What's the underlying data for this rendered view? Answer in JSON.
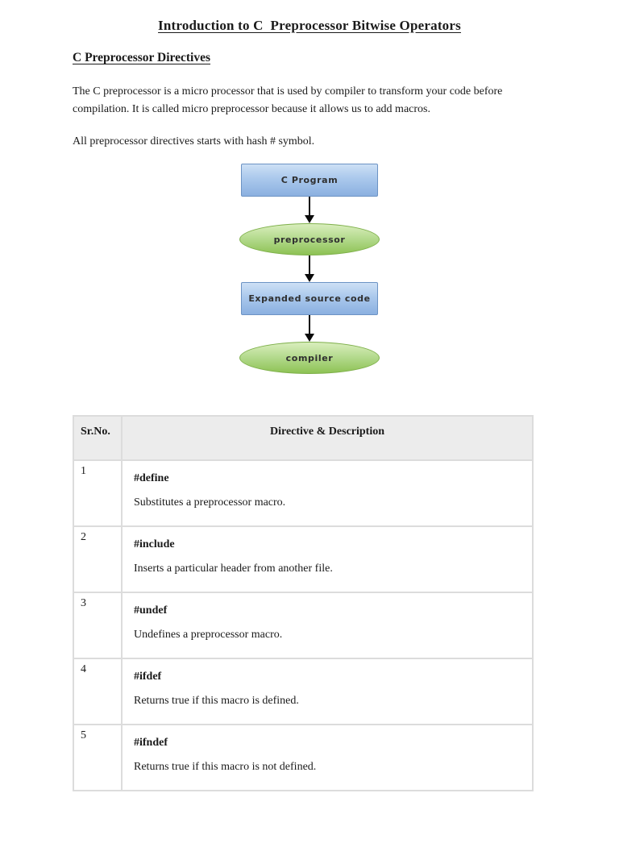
{
  "page": {
    "title": "Introduction to C  Preprocessor Bitwise Operators",
    "section_heading": "C Preprocessor Directives",
    "paragraph_intro": "The C preprocessor is a micro processor that is used by compiler to transform your code before compilation. It is called micro preprocessor because it allows us to add macros.",
    "paragraph_hash": "All preprocessor directives starts with hash # symbol."
  },
  "diagram": {
    "nodes": [
      {
        "label": "C Program",
        "shape": "rect"
      },
      {
        "label": "preprocessor",
        "shape": "ellipse"
      },
      {
        "label": "Expanded source code",
        "shape": "rect"
      },
      {
        "label": "compiler",
        "shape": "ellipse"
      }
    ],
    "colors": {
      "rect_fill_top": "#cde0f5",
      "rect_fill_bottom": "#8bb0e0",
      "rect_border": "#6c93c4",
      "ellipse_fill_top": "#d9eebd",
      "ellipse_fill_bottom": "#8dc254",
      "ellipse_border": "#7fb04b",
      "arrow": "#0a0a0a"
    }
  },
  "table": {
    "header_bg": "#ececec",
    "headers": {
      "srno": "Sr.No.",
      "directive": "Directive & Description"
    },
    "rows": [
      {
        "sr": "1",
        "directive": "#define",
        "description": "Substitutes a preprocessor macro."
      },
      {
        "sr": "2",
        "directive": "#include",
        "description": "Inserts a particular header from another file."
      },
      {
        "sr": "3",
        "directive": "#undef",
        "description": "Undefines a preprocessor macro."
      },
      {
        "sr": "4",
        "directive": "#ifdef",
        "description": "Returns true if this macro is defined."
      },
      {
        "sr": "5",
        "directive": "#ifndef",
        "description": "Returns true if this macro is not defined."
      }
    ]
  }
}
